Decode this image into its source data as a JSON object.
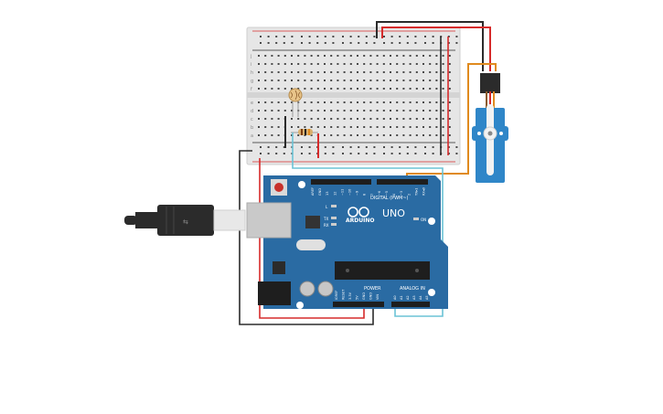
{
  "board": {
    "brand": "ARDUINO",
    "model": "UNO",
    "digital_label": "DIGITAL (PWM~)",
    "power_label": "POWER",
    "analog_label": "ANALOG IN",
    "on_label": "ON",
    "led_l": "L",
    "led_tx": "TX",
    "led_rx": "RX",
    "digital_pins": [
      "AREF",
      "GND",
      "13",
      "12",
      "~11",
      "~10",
      "~9",
      "8",
      "7",
      "~6",
      "~5",
      "4",
      "~3",
      "2",
      "TX▸1",
      "RX◂0"
    ],
    "power_pins": [
      "IOREF",
      "RESET",
      "3.3V",
      "5V",
      "GND",
      "GND",
      "VIN"
    ],
    "analog_pins": [
      "A0",
      "A1",
      "A2",
      "A3",
      "A4",
      "A5"
    ]
  },
  "breadboard": {
    "row_letters_top": [
      "j",
      "i",
      "h",
      "g",
      "f"
    ],
    "row_letters_bottom": [
      "e",
      "d",
      "c",
      "b",
      "a"
    ],
    "columns": 30
  },
  "colors": {
    "board_blue": "#2a6ba3",
    "wire_red": "#d62b2b",
    "wire_black": "#2b2b2b",
    "wire_orange": "#e08a1e",
    "wire_cyan": "#6bc3d6",
    "servo_blue": "#2f86c8"
  }
}
